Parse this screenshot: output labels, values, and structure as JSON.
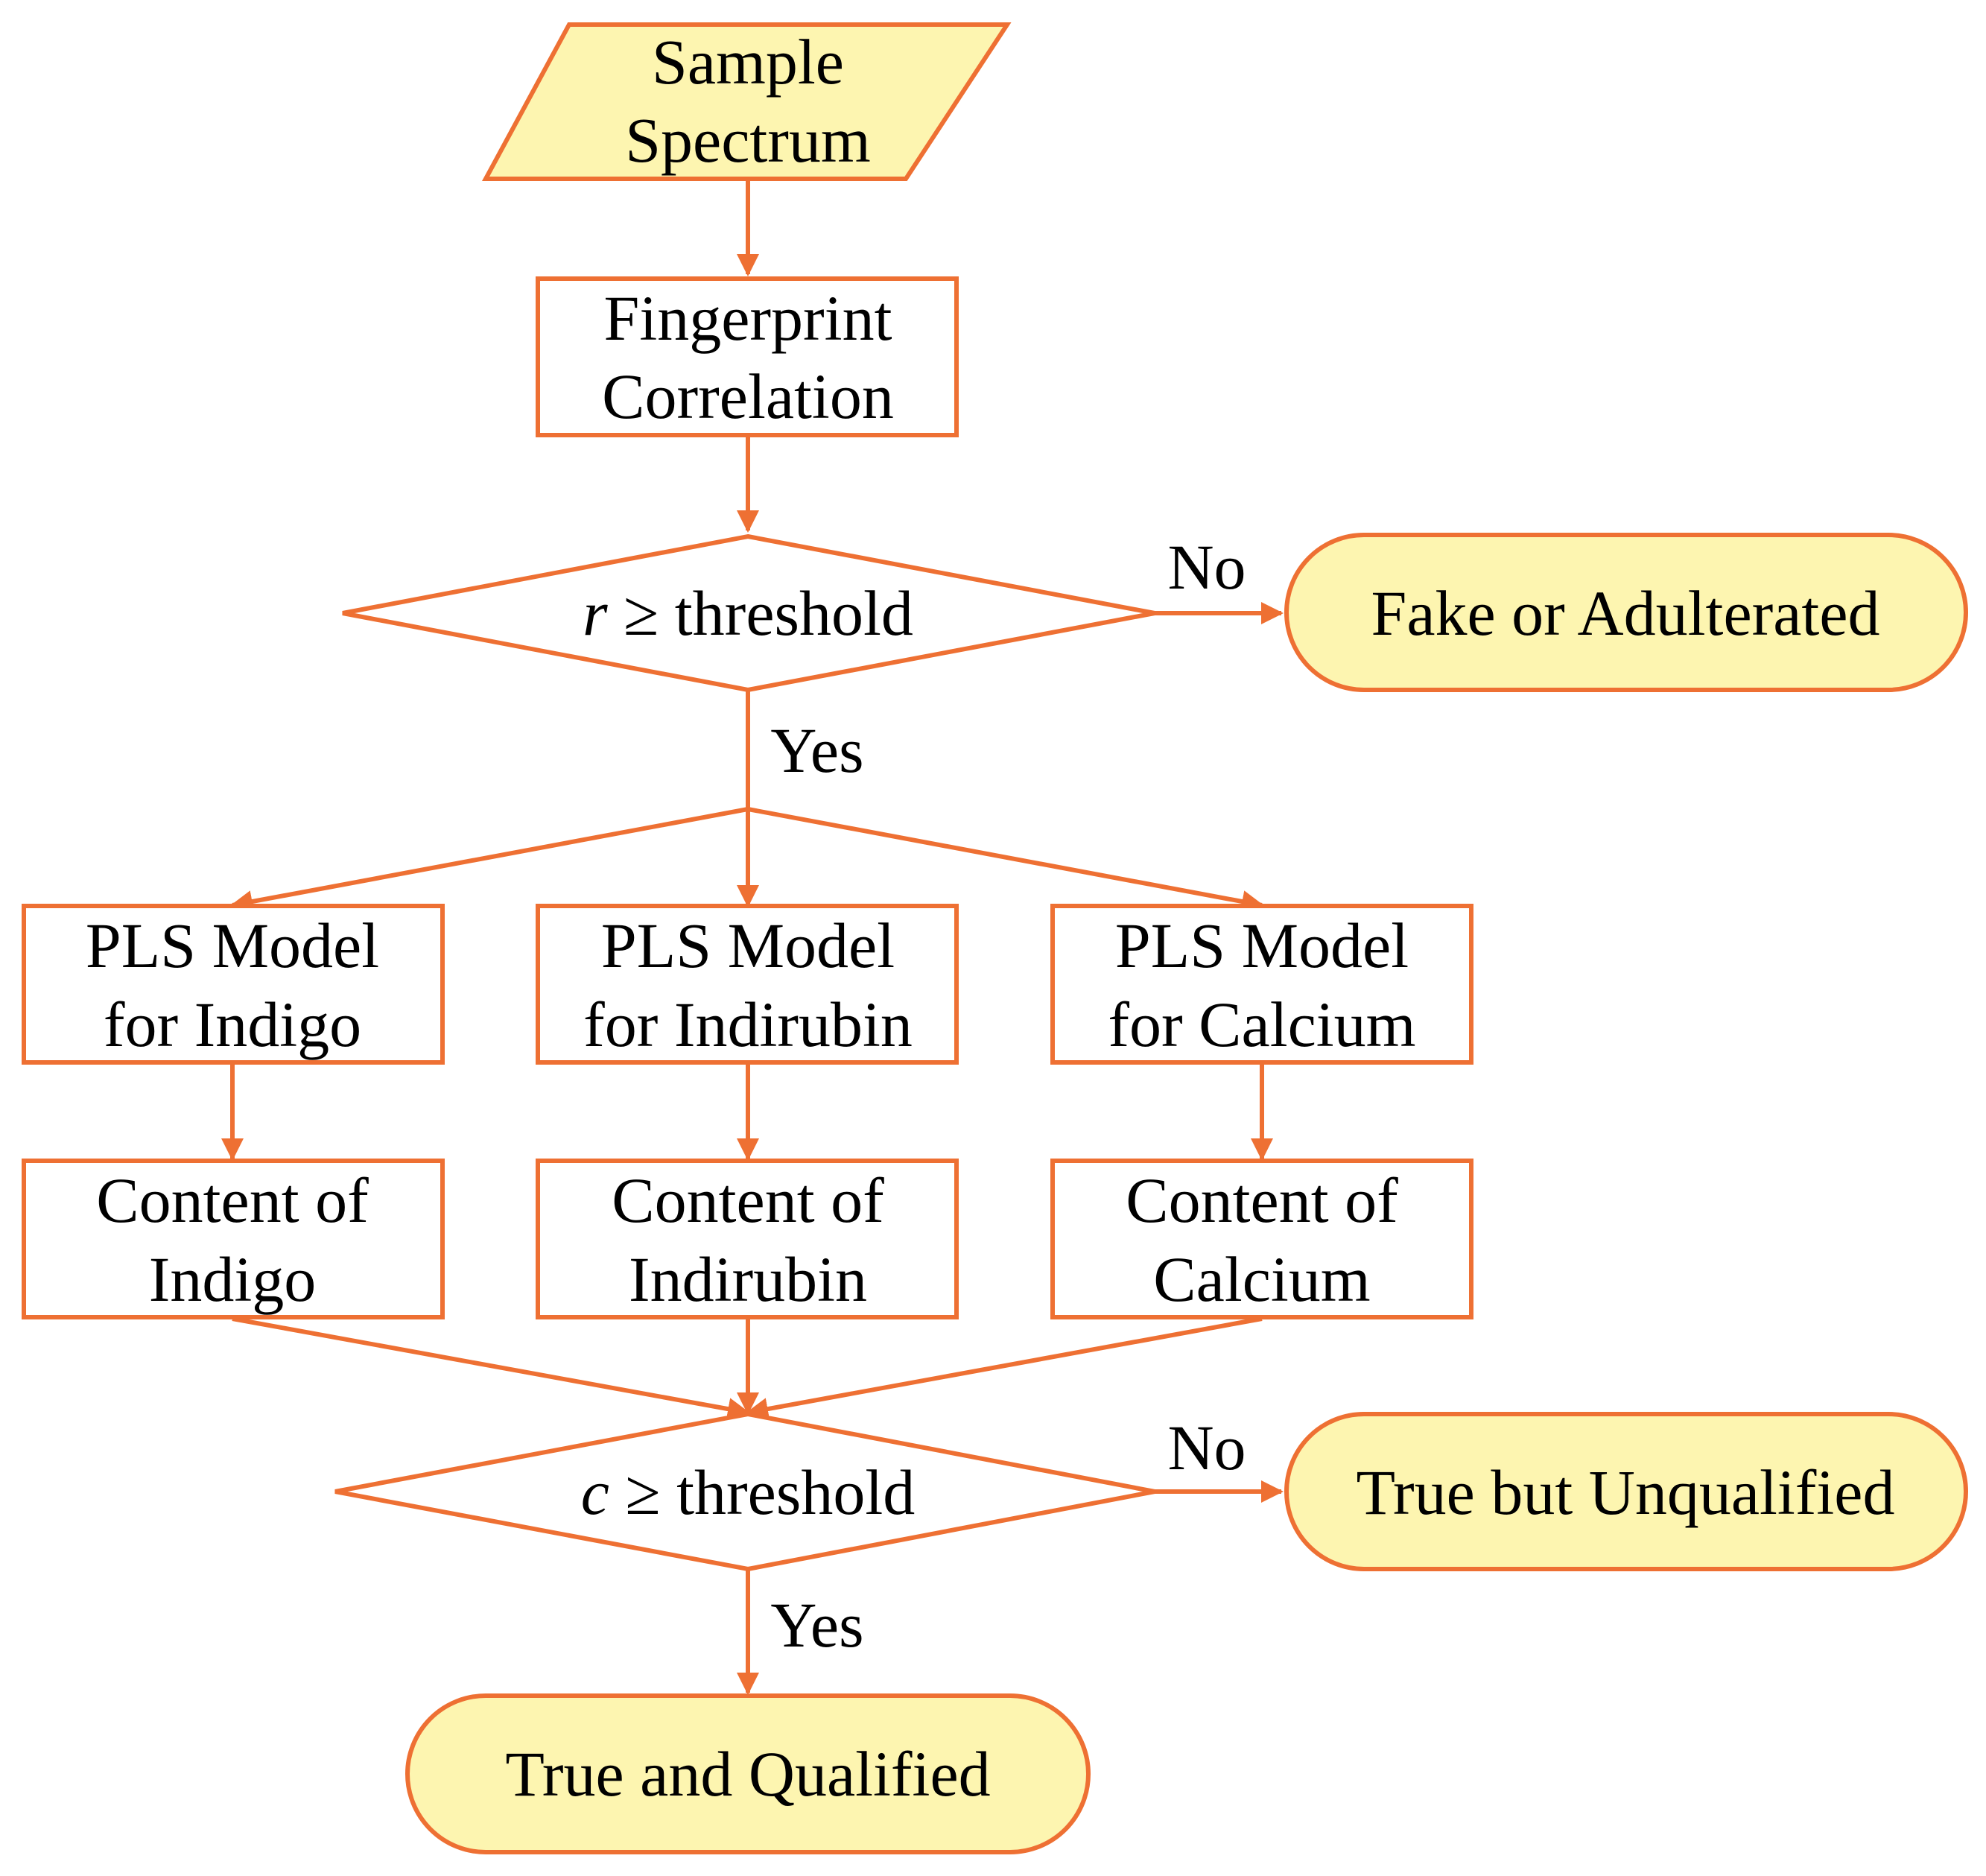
{
  "colors": {
    "stroke": "#ee7033",
    "terminal_fill": "#fdf5b0",
    "box_fill": "#ffffff",
    "text": "#000000"
  },
  "nodes": {
    "input": {
      "lines": [
        "Sample",
        "Spectrum"
      ]
    },
    "fingerprint": {
      "lines": [
        "Fingerprint",
        "Correlation"
      ]
    },
    "decision_r": {
      "var": "r",
      "rest": " ≥ threshold"
    },
    "fake": {
      "label": "Fake or Adulterated"
    },
    "pls_indigo": {
      "lines": [
        "PLS Model",
        "for Indigo"
      ]
    },
    "pls_indirubin": {
      "lines": [
        "PLS Model",
        "for Indirubin"
      ]
    },
    "pls_calcium": {
      "lines": [
        "PLS Model",
        "for Calcium"
      ]
    },
    "content_indigo": {
      "lines": [
        "Content of",
        "Indigo"
      ]
    },
    "content_indirubin": {
      "lines": [
        "Content of",
        "Indirubin"
      ]
    },
    "content_calcium": {
      "lines": [
        "Content of",
        "Calcium"
      ]
    },
    "decision_c": {
      "var": "c",
      "rest": " ≥ threshold"
    },
    "unqualified": {
      "label": "True but Unqualified"
    },
    "qualified": {
      "label": "True and Qualified"
    }
  },
  "edge_labels": {
    "no1": "No",
    "yes1": "Yes",
    "no2": "No",
    "yes2": "Yes"
  }
}
